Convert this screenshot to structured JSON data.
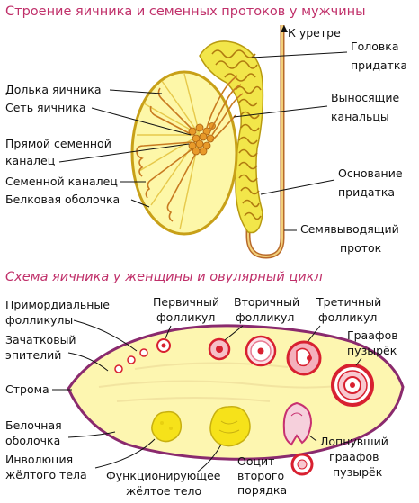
{
  "top": {
    "title": "Строение яичника и семенных протоков у мужчины",
    "labels": {
      "to_urethra": "К уретре",
      "epididymis_head_1": "Головка",
      "epididymis_head_2": "придатка",
      "testis_lobule": "Долька яичника",
      "rete_testis": "Сеть яичника",
      "efferent_1": "Выносящие",
      "efferent_2": "канальцы",
      "straight_tubule_1": "Прямой семенной",
      "straight_tubule_2": "каналец",
      "seminiferous_tubule": "Семенной каналец",
      "tunica_albuginea": "Белковая оболочка",
      "epididymis_base_1": "Основание",
      "epididymis_base_2": "придатка",
      "vas_deferens_1": "Семявыводящий",
      "vas_deferens_2": "проток"
    }
  },
  "bottom": {
    "title": "Схема яичника у женщины и овулярный цикл",
    "labels": {
      "primordial_1": "Примордиальные",
      "primordial_2": "фолликулы",
      "primary_1": "Первичный",
      "primary_2": "фолликул",
      "secondary_1": "Вторичный",
      "secondary_2": "фолликул",
      "tertiary_1": "Третичный",
      "tertiary_2": "фолликул",
      "germinal_1": "Зачатковый",
      "germinal_2": "эпителий",
      "graafian_1": "Граафов",
      "graafian_2": "пузырёк",
      "stroma": "Строма",
      "albuginea_1": "Белочная",
      "albuginea_2": "оболочка",
      "involution_1": "Инволюция",
      "involution_2": "жёлтого тела",
      "functional_1": "Функционирующее",
      "functional_2": "жёлтое тело",
      "oocyte_1": "Ооцит",
      "oocyte_2": "второго",
      "oocyte_3": "порядка",
      "ruptured_1": "Лопнувший",
      "ruptured_2": "граафов",
      "ruptured_3": "пузырёк"
    }
  },
  "colors": {
    "title": "#c0306a",
    "testis_fill": "#fdf7a8",
    "epididymis": "#f2e64a",
    "tubule": "#c87a20",
    "ovary_fill": "#fdf6b0",
    "ovary_outline": "#8a2a6e",
    "follicle_red": "#d82030",
    "corpus_luteum": "#f6e21a"
  }
}
